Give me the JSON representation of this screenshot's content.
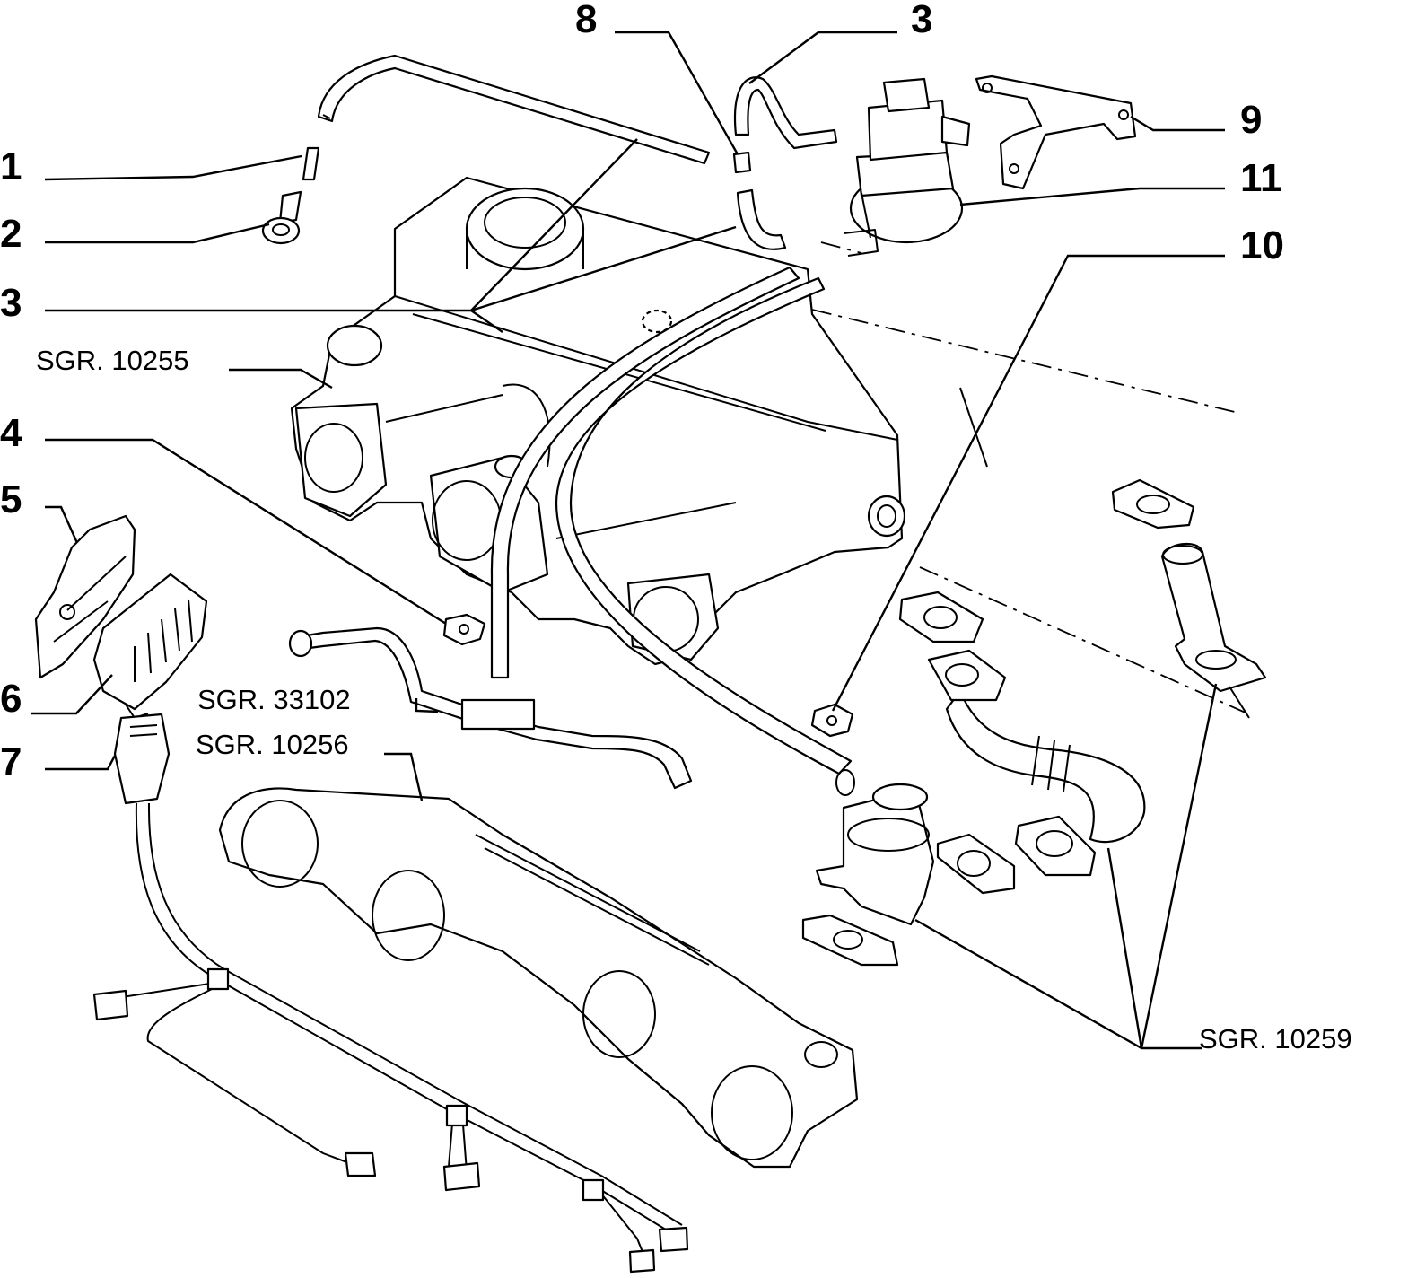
{
  "callouts": [
    {
      "id": "1",
      "text": "1"
    },
    {
      "id": "2",
      "text": "2"
    },
    {
      "id": "3a",
      "text": "3"
    },
    {
      "id": "3b",
      "text": "3"
    },
    {
      "id": "4",
      "text": "4"
    },
    {
      "id": "5",
      "text": "5"
    },
    {
      "id": "6",
      "text": "6"
    },
    {
      "id": "7",
      "text": "7"
    },
    {
      "id": "8",
      "text": "8"
    },
    {
      "id": "9",
      "text": "9"
    },
    {
      "id": "10",
      "text": "10"
    },
    {
      "id": "11",
      "text": "11"
    }
  ],
  "references": [
    {
      "id": "sgr-10255",
      "text": "SGR. 10255"
    },
    {
      "id": "sgr-33102",
      "text": "SGR. 33102"
    },
    {
      "id": "sgr-10256",
      "text": "SGR. 10256"
    },
    {
      "id": "sgr-10259",
      "text": "SGR. 10259"
    }
  ],
  "colors": {
    "ink": "#000000",
    "paper": "#ffffff"
  }
}
